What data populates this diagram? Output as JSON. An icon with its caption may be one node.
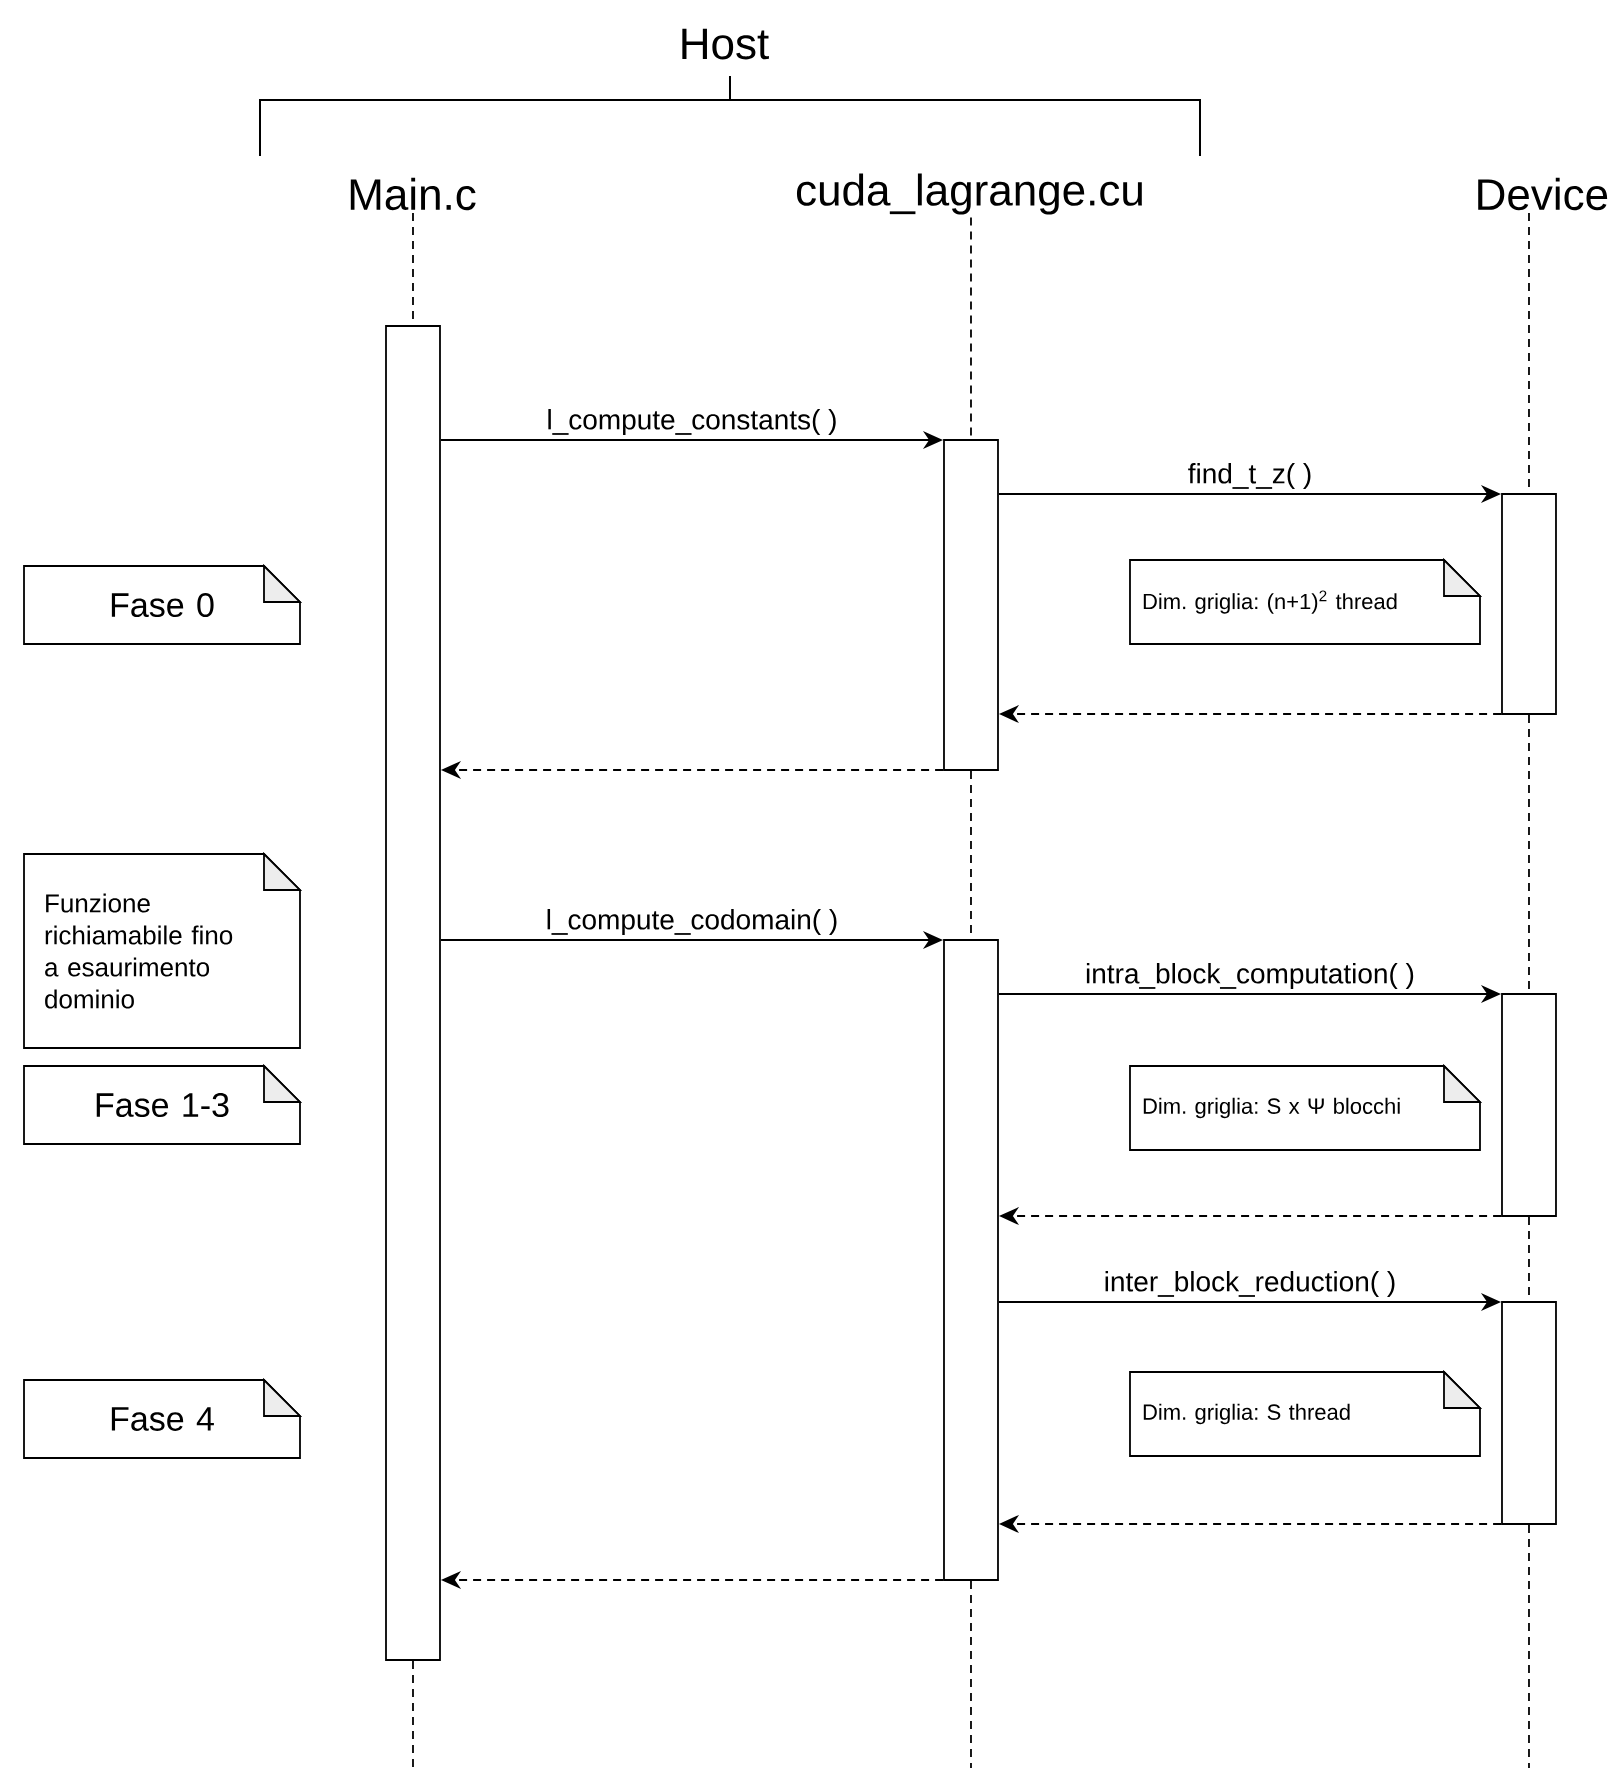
{
  "diagram": {
    "nodes": [
      {
        "text": [
          "Main.c"
        ]
      },
      {
        "text": [
          "cuda_lagrange.cu"
        ]
      },
      {
        "text": [
          "Device"
        ]
      },
      {
        "text": [],
        "shape": "bar"
      },
      {
        "text": [],
        "shape": "bar"
      },
      {
        "text": [],
        "shape": "bar"
      },
      {
        "text": [
          "Fase 0"
        ]
      },
      {
        "text": [
          "Dim. griglia: (n+1)$^{2}$ thread"
        ]
      },
      {
        "text": [
          "Funzione richiamabile fino a esaurimento dominio"
        ]
      },
      {
        "text": [],
        "shape": "bar"
      },
      {
        "text": [],
        "shape": "bar"
      },
      {
        "text": [
          "Fase 1-3"
        ]
      },
      {
        "text": [
          "Dim. griglia: S x Ψ blocchi"
        ]
      },
      {
        "text": [],
        "shape": "bar"
      },
      {
        "text": [
          "Fase 4"
        ]
      },
      {
        "text": [
          "Dim. griglia: S thread"
        ]
      }
    ],
    "edges": [
      {
        "from": 3,
        "to": 4,
        "arrow": "to",
        "label": "l_compute_constants( )"
      },
      {
        "from": 4,
        "to": 5,
        "arrow": "to",
        "label": "find_t_z( )"
      },
      {
        "from": 5,
        "to": 4,
        "arrow": "to",
        "style": "dashed"
      },
      {
        "from": 4,
        "to": 3,
        "arrow": "to",
        "style": "dashed"
      },
      {
        "from": 3,
        "to": 9,
        "arrow": "to",
        "label": "l_compute_codomain( )"
      },
      {
        "from": 9,
        "to": 10,
        "arrow": "to",
        "label": "intra_block_computation( )"
      },
      {
        "from": 10,
        "to": 9,
        "arrow": "to",
        "style": "dashed"
      },
      {
        "from": 9,
        "to": 13,
        "arrow": "to",
        "label": "inter_block_reduction( )"
      },
      {
        "from": 13,
        "to": 9,
        "arrow": "to",
        "style": "dashed"
      },
      {
        "from": 9,
        "to": 3,
        "arrow": "to",
        "style": "dashed"
      },
      {
        "from": 0,
        "to": 3,
        "arrow": "none",
        "style": "dashed"
      },
      {
        "from": 1,
        "to": 4,
        "arrow": "none",
        "style": "dashed"
      },
      {
        "from": 4,
        "to": 9,
        "arrow": "none",
        "style": "dashed"
      },
      {
        "from": 9,
        "to": null,
        "arrow": "none",
        "style": "dashed"
      },
      {
        "from": 2,
        "to": 5,
        "arrow": "none",
        "style": "dashed"
      },
      {
        "from": 5,
        "to": 10,
        "arrow": "none",
        "style": "dashed"
      },
      {
        "from": 10,
        "to": 13,
        "arrow": "none",
        "style": "dashed"
      },
      {
        "from": 13,
        "to": null,
        "arrow": "none",
        "style": "dashed"
      },
      {
        "from": 3,
        "to": null,
        "arrow": "none",
        "style": "dashed"
      }
    ],
    "labels": [
      "Host"
    ]
  }
}
